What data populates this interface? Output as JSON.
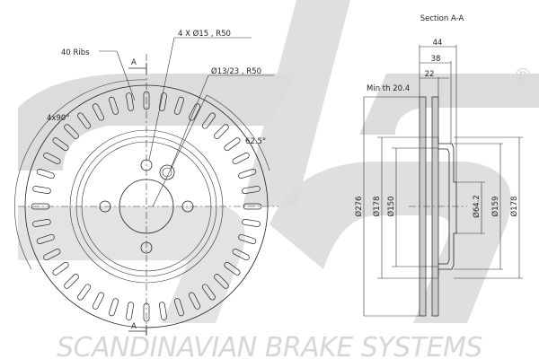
{
  "drawing": {
    "section_title": "Section A-A",
    "ribs_label": "40 Ribs",
    "bolt_holes_label": "4 X Ø15 , R50",
    "center_hole_label": "Ø13/23 , R50",
    "angle_label": "4x90°",
    "angle2_label": "62.5°",
    "section_marker": "A",
    "min_thickness_label": "Min th 20.4",
    "rib_count": 40,
    "widths": {
      "overall": "44",
      "mid": "38",
      "disc": "22"
    },
    "diameters": {
      "outer": "Ø276",
      "friction_inner": "Ø178",
      "ring": "Ø150",
      "center_bore": "Ø64.2",
      "hat": "Ø159",
      "hat_outer": "Ø178"
    }
  },
  "brand": {
    "logo": "sbs",
    "registered": "®",
    "name": "SCANDINAVIAN BRAKE SYSTEMS"
  }
}
